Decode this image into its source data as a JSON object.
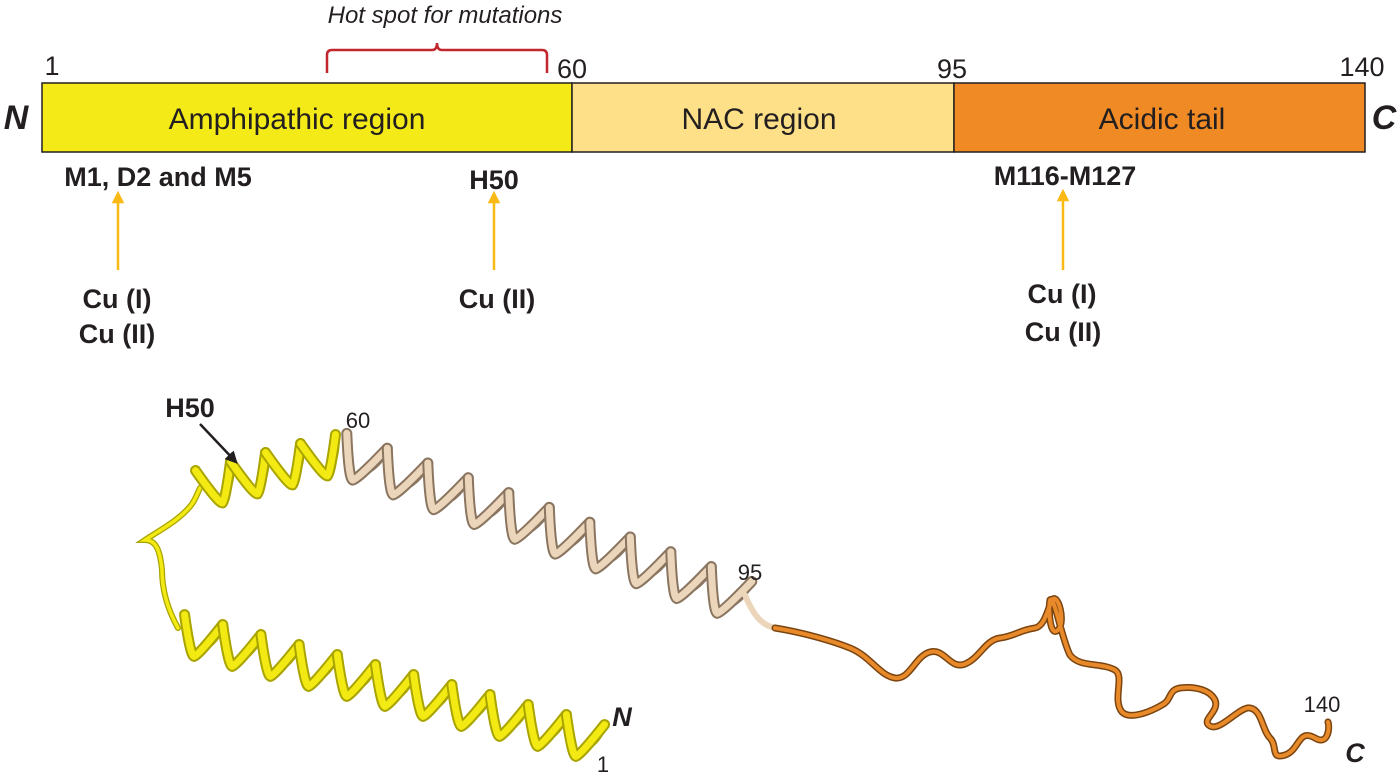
{
  "domain_bar": {
    "terminal_left": "N",
    "terminal_right": "C",
    "positions": [
      "1",
      "60",
      "95",
      "140"
    ],
    "segments": [
      {
        "label": "Amphipathic region",
        "color": "#f3ea17"
      },
      {
        "label": "NAC region",
        "color": "#fde088"
      },
      {
        "label": "Acidic tail",
        "color": "#f08a24"
      }
    ],
    "hot_spot_label": "Hot spot for mutations",
    "bracket_color": "#c1272d"
  },
  "binding_sites": [
    {
      "residues": "M1, D2 and M5",
      "ions": [
        "Cu (I)",
        "Cu (II)"
      ]
    },
    {
      "residues": "H50",
      "ions": [
        "Cu (II)"
      ]
    },
    {
      "residues": "M116-M127",
      "ions": [
        "Cu (I)",
        "Cu (II)"
      ]
    }
  ],
  "arrow_color": "#fbb915",
  "structure": {
    "h50_label": "H50",
    "label_60": "60",
    "label_95": "95",
    "label_140": "140",
    "label_1": "1",
    "n_label": "N",
    "c_label": "C",
    "colors": {
      "amphipathic": "#f2ea12",
      "amphipathic_dark": "#a9a400",
      "nac": "#ecd6bb",
      "nac_dark": "#8a7560",
      "acidic": "#e88a2a",
      "acidic_dark": "#7a4410"
    }
  }
}
